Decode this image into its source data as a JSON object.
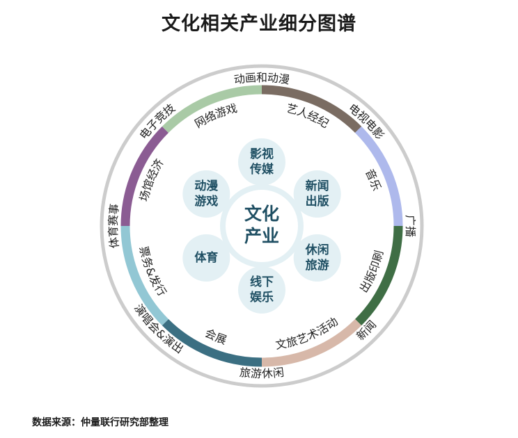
{
  "title": "文化相关产业细分图谱",
  "center": {
    "lines": [
      "文化",
      "产业"
    ]
  },
  "core_items": [
    {
      "lines": [
        "影视",
        "传媒"
      ]
    },
    {
      "lines": [
        "新闻",
        "出版"
      ]
    },
    {
      "lines": [
        "休闲",
        "旅游"
      ]
    },
    {
      "lines": [
        "线下",
        "娱乐"
      ]
    },
    {
      "lines": [
        "体育"
      ]
    },
    {
      "lines": [
        "动漫",
        "游戏"
      ]
    }
  ],
  "inner_ring": [
    {
      "label": "艺人经纪",
      "color": "#7a6c62"
    },
    {
      "label": "音乐",
      "color": "#aeb9ec"
    },
    {
      "label": "出版印刷",
      "color": "#3f6e45"
    },
    {
      "label": "文旅艺术活动",
      "color": "#d7b8a9"
    },
    {
      "label": "会展",
      "color": "#3b6f82"
    },
    {
      "label": "票务&发行",
      "color": "#92c7d4"
    },
    {
      "label": "场馆经济",
      "color": "#8b5c93"
    },
    {
      "label": "网络游戏",
      "color": "#a9caa6"
    }
  ],
  "outer_ring": [
    {
      "label": "电视电影"
    },
    {
      "label": "广播"
    },
    {
      "label": "新闻"
    },
    {
      "label": "旅游休闲"
    },
    {
      "label": "演唱会&演出"
    },
    {
      "label": "体育赛事"
    },
    {
      "label": "电子竞技"
    },
    {
      "label": "动画和动漫"
    }
  ],
  "colors": {
    "outer_ring": "#cccccc",
    "bubble_fill": "#e3f0f4",
    "center_fill": "#ffffff",
    "center_stroke": "#e3f0f4",
    "label_text": "#1f4f63"
  },
  "source": "数据来源：仲量联行研究部整理"
}
